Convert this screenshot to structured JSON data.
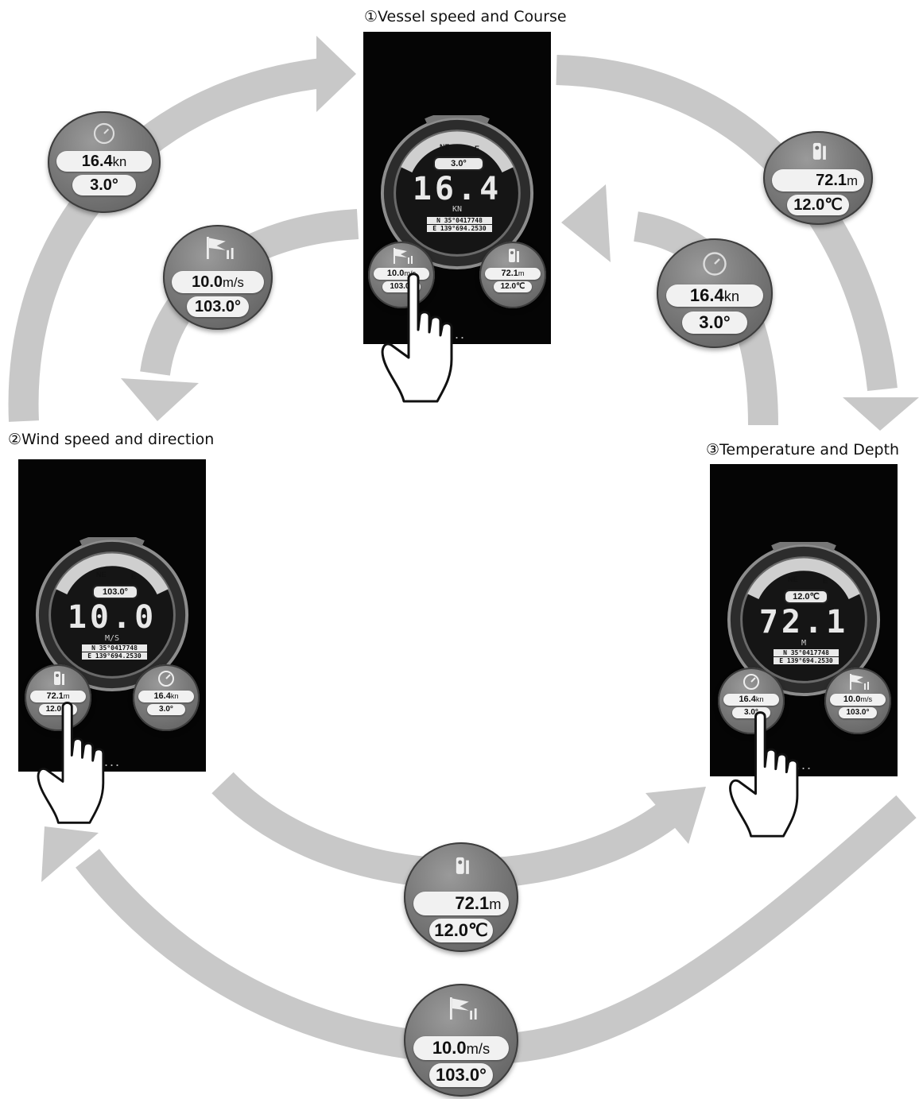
{
  "captions": {
    "vessel": "①Vessel speed and Course",
    "wind": "②Wind speed and direction",
    "temp": "③Temperature and Depth"
  },
  "compass_labels": {
    "ne": "NE",
    "e": "E"
  },
  "coords": {
    "lat": "N 35°0417748",
    "lon": "E 139°694.2530"
  },
  "speed": {
    "value": "16.4",
    "unit": "kn",
    "course": "3.0°",
    "display_unit": "KN"
  },
  "wind": {
    "value": "10.0",
    "unit": "m/s",
    "direction": "103.0°",
    "display_unit": "M/S"
  },
  "depth": {
    "value": "72.1",
    "unit": "m",
    "temp": "12.0℃",
    "display_unit": "M"
  },
  "ellipsis": "...",
  "colors": {
    "arrow": "#c8c8c8",
    "screen": "#050505",
    "bubble": "#7a7a7a",
    "pill": "#f1f1f1"
  },
  "icons": {
    "speed": "speedometer-icon",
    "wind": "wind-flag-icon",
    "depth": "depth-gauge-icon",
    "touch": "pointing-hand-icon"
  }
}
